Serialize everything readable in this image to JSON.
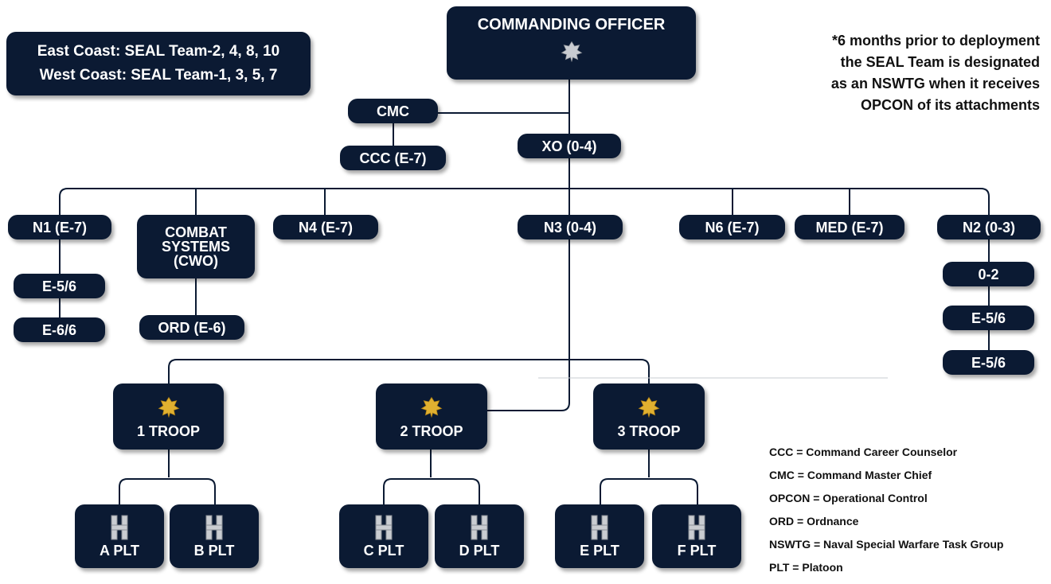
{
  "command": {
    "title": "COMMANDING OFFICER"
  },
  "info": {
    "line1": "East Coast: SEAL Team-2, 4, 8, 10",
    "line2": "West Coast: SEAL Team-1, 3, 5, 7"
  },
  "footnote": {
    "line1": "*6 months prior to deployment",
    "line2": "the SEAL Team is designated",
    "line3": "as an NSWTG when it receives",
    "line4": "OPCON of its attachments"
  },
  "nodes": {
    "cmc": "CMC",
    "ccc": "CCC (E-7)",
    "xo": "XO (0-4)",
    "n1": "N1 (E-7)",
    "combat": "COMBAT SYSTEMS (CWO)",
    "n4": "N4 (E-7)",
    "n3": "N3 (0-4)",
    "n6": "N6 (E-7)",
    "med": "MED (E-7)",
    "n2": "N2 (0-3)",
    "n1_sub1": "E-5/6",
    "n1_sub2": "E-6/6",
    "ord": "ORD (E-6)",
    "n2_sub1": "0-2",
    "n2_sub2": "E-5/6",
    "n2_sub3": "E-5/6"
  },
  "troops": [
    "1 TROOP",
    "2 TROOP",
    "3 TROOP"
  ],
  "platoons": [
    "A PLT",
    "B PLT",
    "C PLT",
    "D PLT",
    "E PLT",
    "F PLT"
  ],
  "legend": [
    "CCC = Command Career Counselor",
    "CMC = Command Master Chief",
    "OPCON = Operational Control",
    "ORD = Ordnance",
    "NSWTG = Naval Special Warfare Task Group",
    "PLT = Platoon"
  ],
  "colors": {
    "box": "#0b1a33",
    "text": "#ffffff",
    "line": "#0b1a33",
    "silver_insignia": "#c9ccd1",
    "gold_insignia": "#e0b030"
  },
  "icons": {
    "commanding_officer": "silver-oak-leaf-icon",
    "troop": "gold-oak-leaf-icon",
    "platoon": "silver-captain-bars-icon"
  }
}
